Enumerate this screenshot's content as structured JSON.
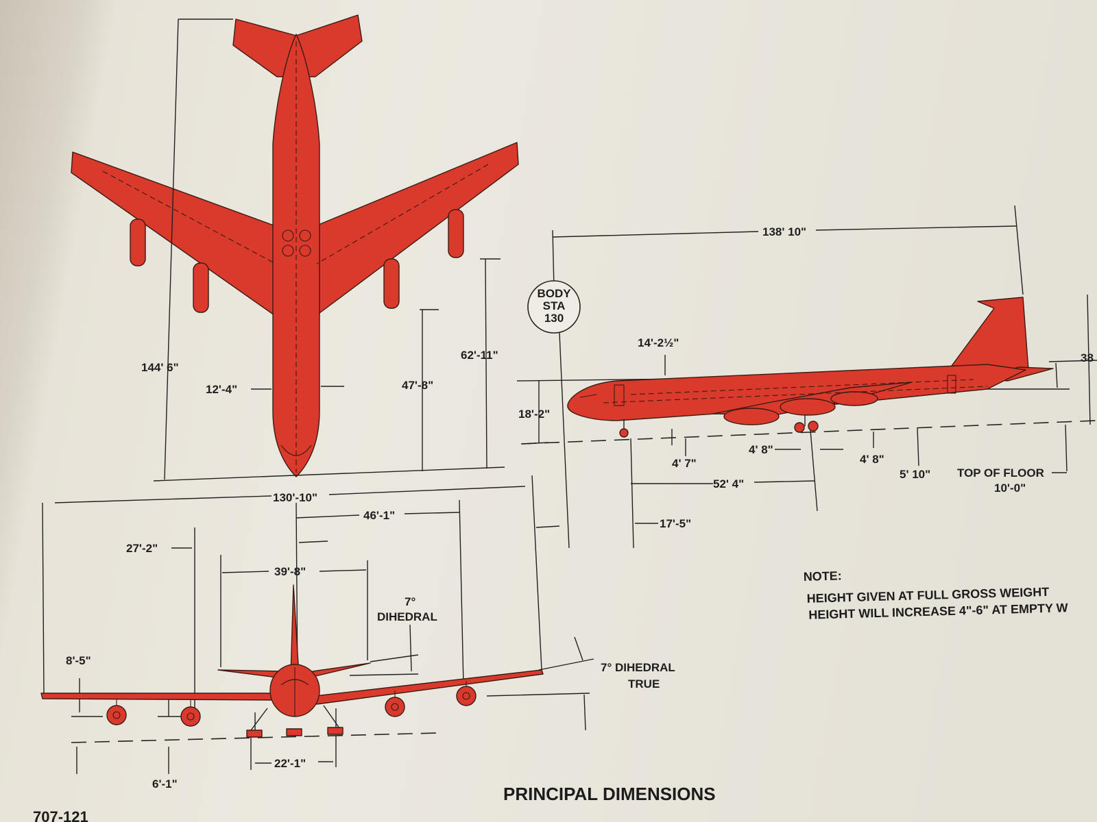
{
  "diagram": {
    "title": "PRINCIPAL DIMENSIONS",
    "page_ref": "707-121",
    "top_view": {
      "overall_length": "144' 6\"",
      "fuselage_width": "12'-4\"",
      "wing_to_nose_short": "47'-8\"",
      "wing_to_nose_long": "62'-11\""
    },
    "front_view": {
      "wingspan": "130'-10\"",
      "outer_engine_half_span": "46'-1\"",
      "inner_engine_from_center": "27'-2\"",
      "stabilizer_span": "39'-8\"",
      "dihedral_angle": "7°",
      "dihedral_label": "DIHEDRAL",
      "dihedral_true": "7° DIHEDRAL",
      "dihedral_true_word": "TRUE",
      "wingtip_height": "8'-5\"",
      "engine_ground_clearance": "6'-1\"",
      "main_gear_track": "22'-1\""
    },
    "side_view": {
      "fuselage_length": "138' 10\"",
      "body_station": [
        "BODY",
        "STA",
        "130"
      ],
      "fuselage_height": "14'-2½\"",
      "nose_height": "18'-2\"",
      "nose_gear_height": "4' 7\"",
      "main_gear_offset": "4' 8\"",
      "aft_gear_height": "4' 8\"",
      "aft_height": "5' 10\"",
      "floor_label": "TOP OF FLOOR",
      "floor_height": "10'-0\"",
      "wheelbase": "52' 4\"",
      "nose_gear_station": "17'-5\"",
      "tail_height_partial": "38"
    },
    "note": {
      "heading": "NOTE:",
      "line1": "HEIGHT GIVEN AT FULL GROSS WEIGHT",
      "line2": "HEIGHT WILL INCREASE 4\"-6\" AT EMPTY W"
    }
  },
  "colors": {
    "aircraft_fill": "#d93a2b",
    "paper": "#ebe8df",
    "ink": "#1e1e1e"
  }
}
